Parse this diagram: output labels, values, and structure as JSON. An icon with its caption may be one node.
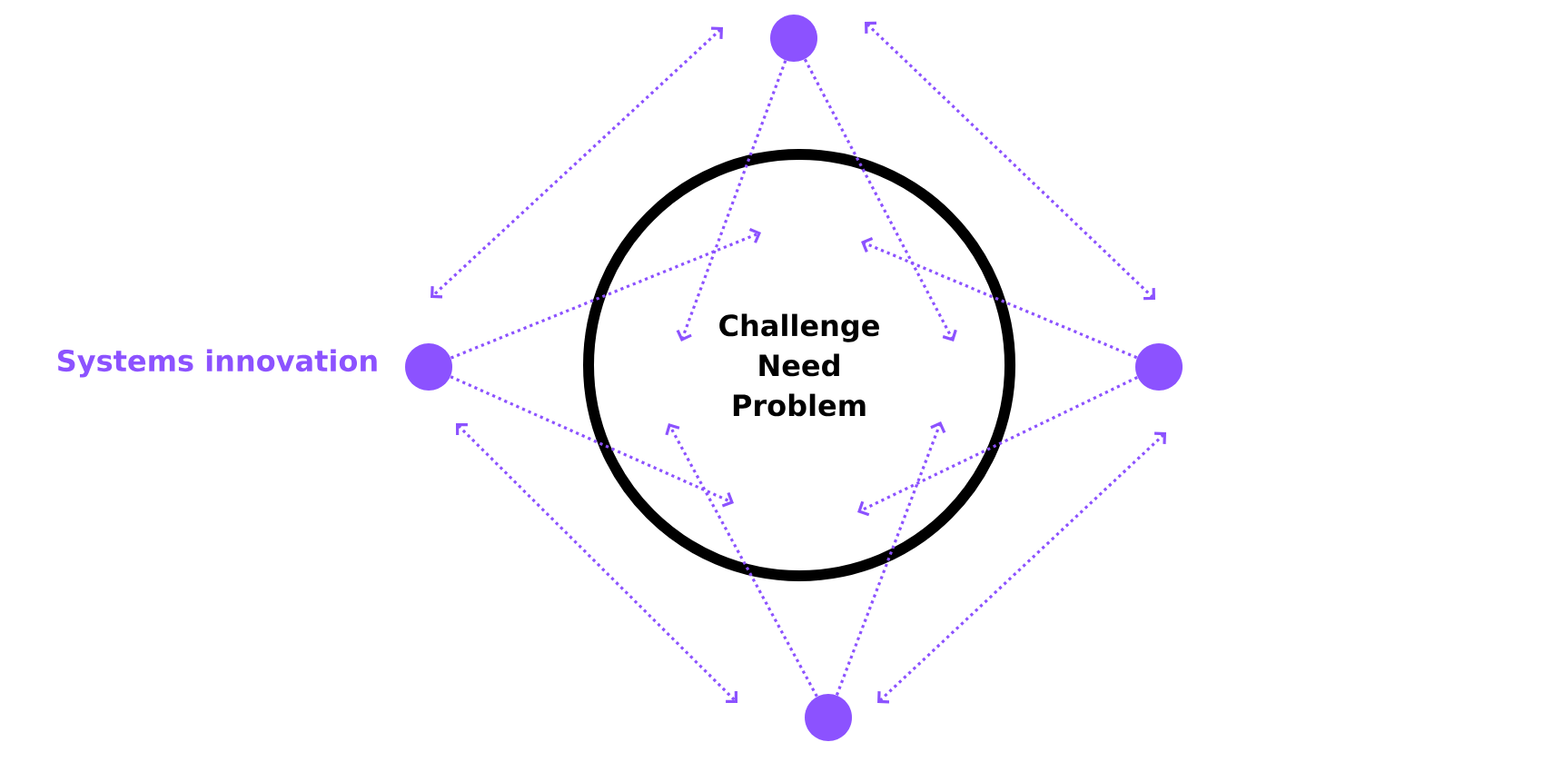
{
  "diagram": {
    "nodes": [
      {
        "text": [],
        "shape": "circle"
      },
      {
        "text": [],
        "shape": "circle",
        "beside": [
          "Systems innovation"
        ]
      },
      {
        "text": [
          "Challenge Need Problem"
        ]
      },
      {
        "text": [],
        "shape": "circle"
      },
      {
        "text": [],
        "shape": "circle"
      }
    ],
    "edges": [
      {
        "from": 0,
        "to": 1,
        "arrow": "both"
      },
      {
        "from": 0,
        "to": 3,
        "arrow": "both"
      },
      {
        "from": 1,
        "to": 4,
        "arrow": "both"
      },
      {
        "from": 3,
        "to": 4,
        "arrow": "both"
      },
      {
        "from": 0,
        "to": 2,
        "arrow": "to"
      },
      {
        "from": 0,
        "to": 2,
        "arrow": "to"
      },
      {
        "from": 1,
        "to": 2,
        "arrow": "to"
      },
      {
        "from": 1,
        "to": 2,
        "arrow": "to"
      },
      {
        "from": 3,
        "to": 2,
        "arrow": "to"
      },
      {
        "from": 3,
        "to": 2,
        "arrow": "to"
      },
      {
        "from": 4,
        "to": 2,
        "arrow": "to"
      },
      {
        "from": 4,
        "to": 2,
        "arrow": "to"
      }
    ]
  }
}
